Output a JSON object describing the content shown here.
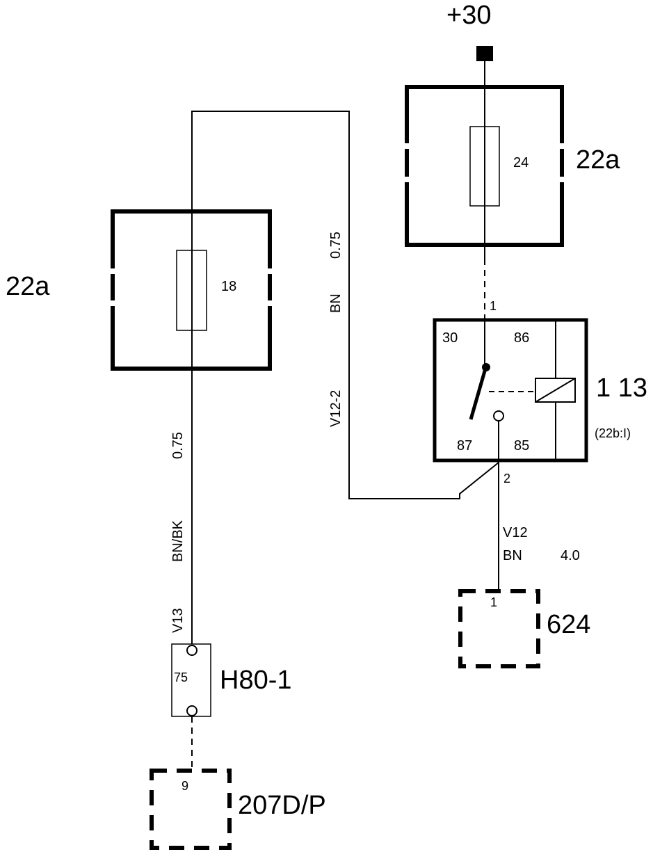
{
  "supply": {
    "label": "+30"
  },
  "fuse_box_upper": {
    "id": "22a",
    "fuse": "24"
  },
  "fuse_box_left": {
    "id": "22a",
    "fuse": "18"
  },
  "left_wire": {
    "size": "0.75",
    "color": "BN/BK",
    "code": "V13"
  },
  "loop_wire": {
    "size": "0.75",
    "color": "BN",
    "code": "V12-2"
  },
  "relay": {
    "id": "1 13",
    "ref": "(22b:I)",
    "pin_top": "1",
    "pin_bottom": "2",
    "terminals": {
      "t30": "30",
      "t86": "86",
      "t87": "87",
      "t85": "85"
    }
  },
  "bottom_wire": {
    "code": "V12",
    "color": "BN",
    "size": "4.0"
  },
  "connector_624": {
    "id": "624",
    "pin": "1"
  },
  "h80": {
    "id": "H80-1",
    "pin": "75"
  },
  "connector_207": {
    "id": "207D/P",
    "pin": "9"
  }
}
